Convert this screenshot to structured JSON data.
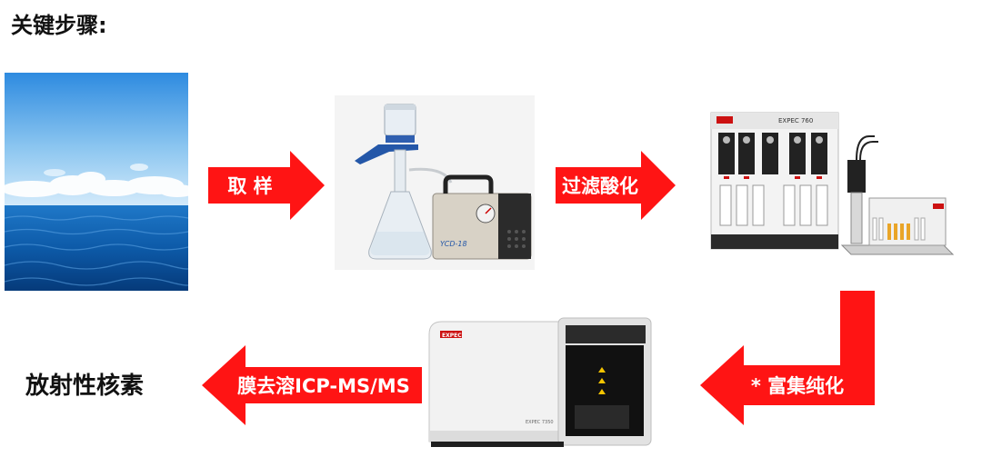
{
  "title": "关键步骤:",
  "steps": {
    "sampling": "取 样",
    "filtration": "过滤酸化",
    "enrichment": "* 富集纯化",
    "measurement": "膜去溶ICP-MS/MS"
  },
  "result": "放射性核素",
  "devices": {
    "spe_brand": "EXPEC",
    "spe_model": "EXPEC 760",
    "icp_brand": "EXPEC",
    "icp_model": "EXPEC 7350",
    "pump_label": "YCD-18"
  },
  "colors": {
    "arrow": "#ff1414",
    "text_on_arrow": "#ffffff"
  }
}
